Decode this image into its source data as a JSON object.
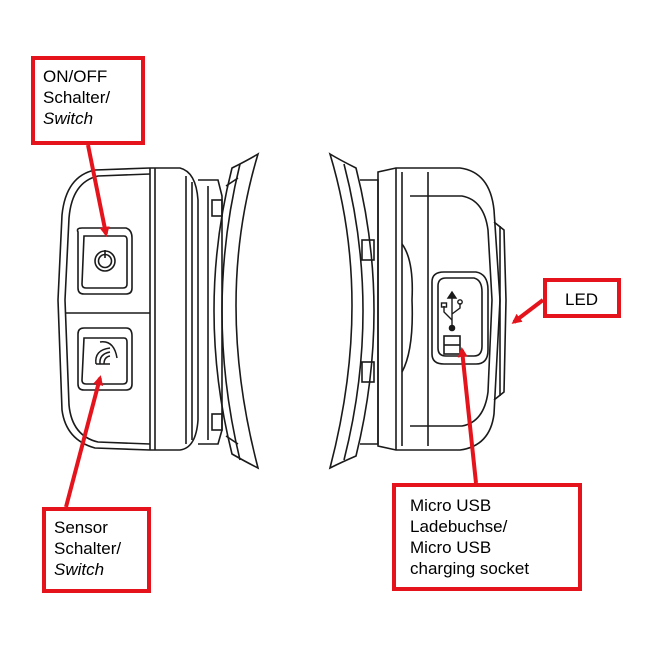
{
  "callouts": {
    "onoff": {
      "line1": "ON/OFF",
      "line2": "Schalter/",
      "line3": "Switch"
    },
    "sensor": {
      "line1": "Sensor",
      "line2": "Schalter/",
      "line3": "Switch"
    },
    "led": {
      "label": "LED"
    },
    "usb": {
      "line1": "Micro USB",
      "line2": "Ladebuchse/",
      "line3": "Micro USB",
      "line4": "charging socket"
    }
  },
  "colors": {
    "accent": "#e5141c",
    "line": "#1a1a1a",
    "background": "#ffffff"
  },
  "icons": {
    "power": "power-icon",
    "sensor": "sensor-wave-icon",
    "usb": "usb-icon"
  }
}
